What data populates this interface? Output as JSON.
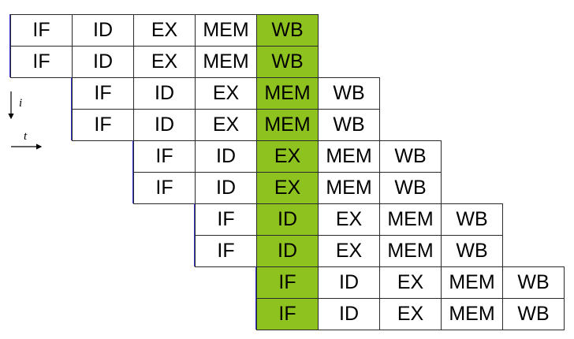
{
  "axis": {
    "vertical_label": "i",
    "horizontal_label": "t"
  },
  "colors": {
    "active_stage": "#8dc21f",
    "start_marker": "#3333cc",
    "grid_line": "#2a2a2a"
  },
  "pipeline": {
    "stages": [
      "IF",
      "ID",
      "EX",
      "MEM",
      "WB"
    ],
    "instruction_count": 10,
    "instructions_per_start_cycle": 2,
    "highlighted_cycle": 5
  }
}
